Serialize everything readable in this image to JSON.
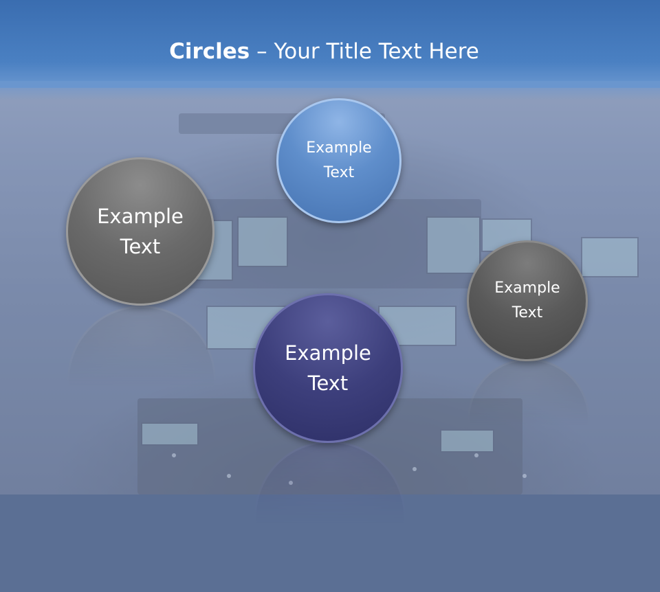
{
  "title": {
    "bold": "Circles",
    "rest": " – Your Title Text Here"
  },
  "circles": [
    {
      "label": "Example\nText",
      "color": "#5b8ac8"
    },
    {
      "label": "Example\nText",
      "color": "#6b6b6b"
    },
    {
      "label": "Example\nText",
      "color": "#3b3d78"
    },
    {
      "label": "Example\nText",
      "color": "#585858"
    }
  ],
  "colors": {
    "title_band": "#4a80c2",
    "title_text": "#ffffff"
  }
}
